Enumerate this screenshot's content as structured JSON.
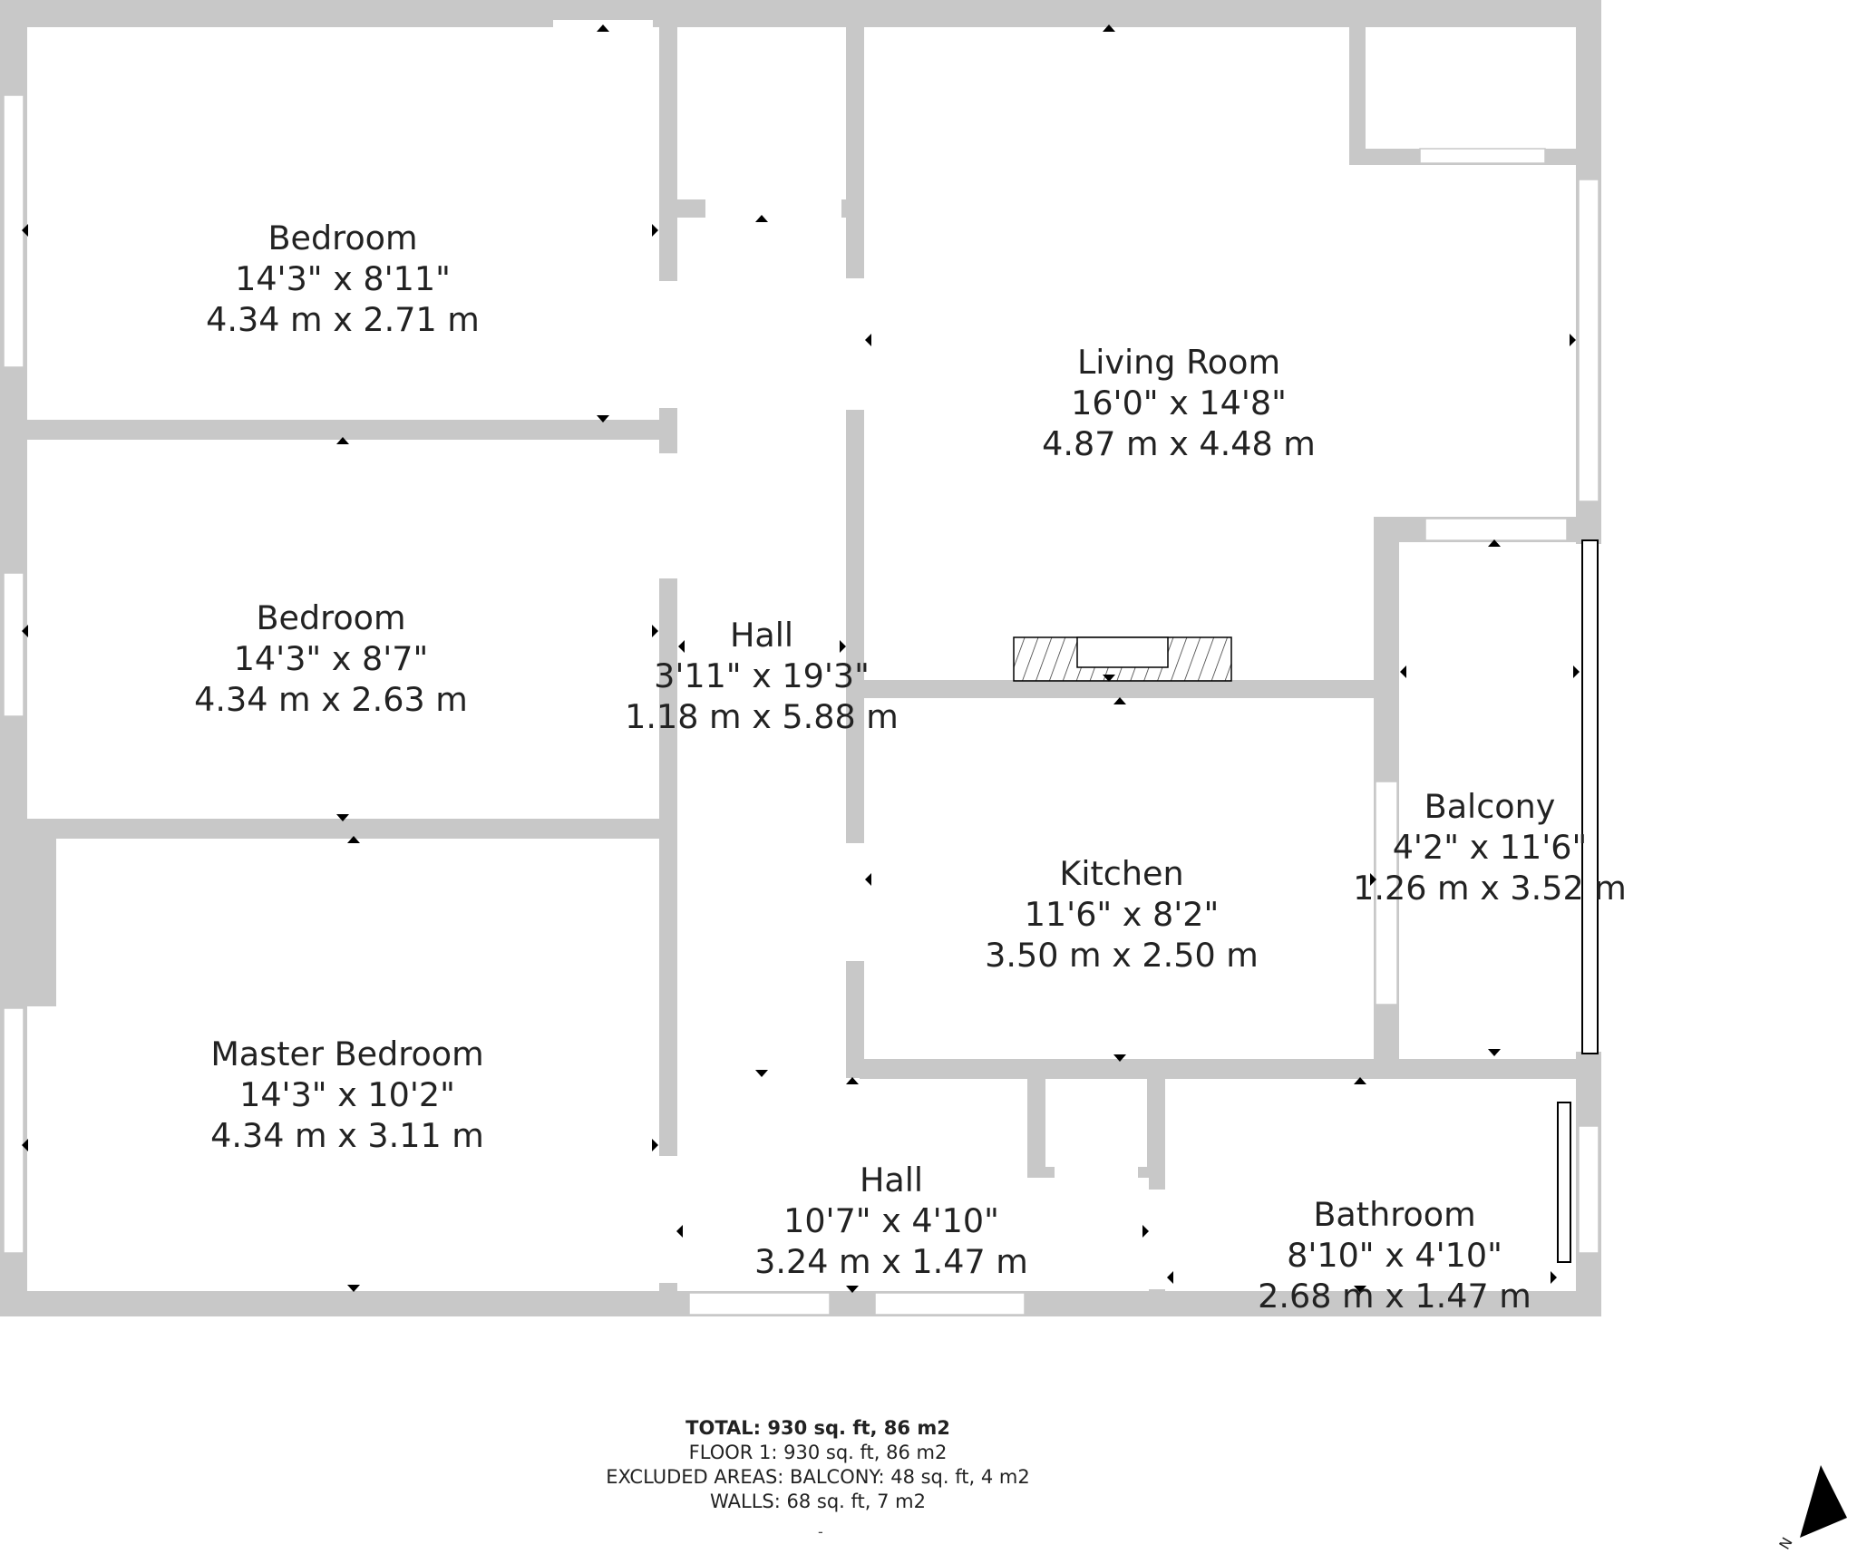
{
  "rooms": [
    {
      "id": "bedroom-1",
      "name": "Bedroom",
      "imperial": "14'3\" x 8'11\"",
      "metric": "4.34 m x 2.71 m"
    },
    {
      "id": "bedroom-2",
      "name": "Bedroom",
      "imperial": "14'3\" x 8'7\"",
      "metric": "4.34 m x 2.63 m"
    },
    {
      "id": "master-bedroom",
      "name": "Master Bedroom",
      "imperial": "14'3\" x 10'2\"",
      "metric": "4.34 m x 3.11 m"
    },
    {
      "id": "hall-vertical",
      "name": "Hall",
      "imperial": "3'11\" x 19'3\"",
      "metric": "1.18 m x 5.88 m"
    },
    {
      "id": "living-room",
      "name": "Living Room",
      "imperial": "16'0\" x 14'8\"",
      "metric": "4.87 m x 4.48 m"
    },
    {
      "id": "kitchen",
      "name": "Kitchen",
      "imperial": "11'6\" x 8'2\"",
      "metric": "3.50 m x 2.50 m"
    },
    {
      "id": "balcony",
      "name": "Balcony",
      "imperial": "4'2\" x 11'6\"",
      "metric": "1.26 m x 3.52 m"
    },
    {
      "id": "hall-horizontal",
      "name": "Hall",
      "imperial": "10'7\" x 4'10\"",
      "metric": "3.24 m x 1.47 m"
    },
    {
      "id": "bathroom",
      "name": "Bathroom",
      "imperial": "8'10\" x 4'10\"",
      "metric": "2.68 m x 1.47 m"
    }
  ],
  "totals": {
    "total": "TOTAL: 930 sq. ft, 86 m2",
    "floor": "FLOOR 1: 930 sq. ft, 86 m2",
    "excluded": "EXCLUDED AREAS: BALCONY: 48 sq. ft, 4 m2",
    "walls": "WALLS: 68 sq. ft, 7 m2"
  },
  "footer_mark": "-",
  "compass": {
    "label": "N",
    "icon": "north-arrow-icon"
  },
  "colors": {
    "wall": "#c8c8c8",
    "floor": "#ffffff",
    "text": "#222222",
    "marker": "#000000"
  }
}
